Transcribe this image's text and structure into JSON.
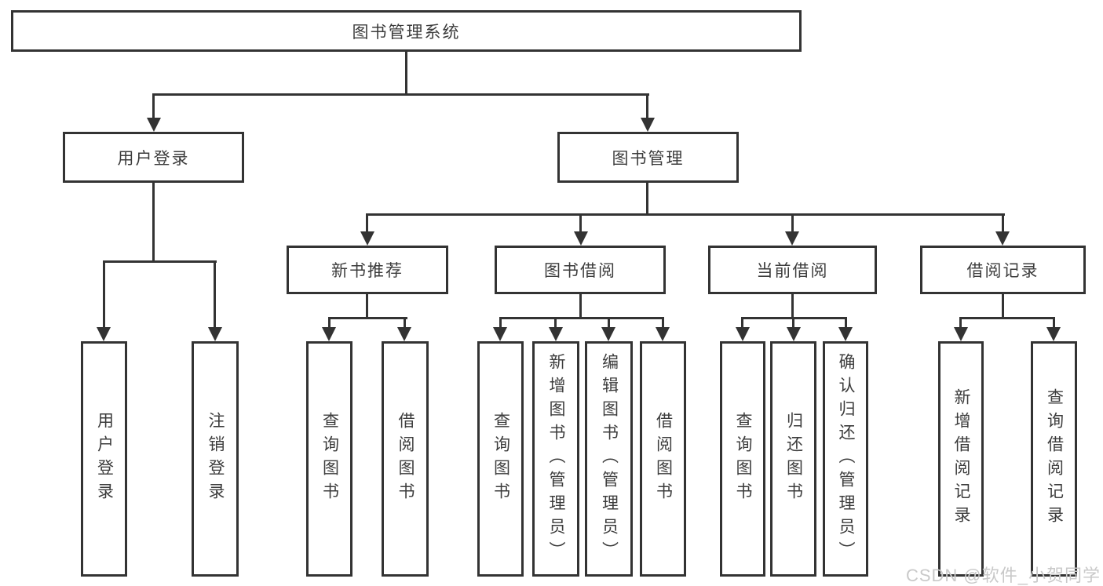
{
  "tree": {
    "label": "图书管理系统",
    "children": [
      {
        "label": "用户登录",
        "children": [
          {
            "label": "用户登录"
          },
          {
            "label": "注销登录"
          }
        ]
      },
      {
        "label": "图书管理",
        "children": [
          {
            "label": "新书推荐",
            "children": [
              {
                "label": "查询图书"
              },
              {
                "label": "借阅图书"
              }
            ]
          },
          {
            "label": "图书借阅",
            "children": [
              {
                "label": "查询图书"
              },
              {
                "label": "新增图书（管理员）"
              },
              {
                "label": "编辑图书（管理员）"
              },
              {
                "label": "借阅图书"
              }
            ]
          },
          {
            "label": "当前借阅",
            "children": [
              {
                "label": "查询图书"
              },
              {
                "label": "归还图书"
              },
              {
                "label": "确认归还（管理员）"
              }
            ]
          },
          {
            "label": "借阅记录",
            "children": [
              {
                "label": "新增借阅记录"
              },
              {
                "label": "查询借阅记录"
              }
            ]
          }
        ]
      }
    ]
  },
  "watermark": {
    "text": "CSDN @软件_小贺同学"
  },
  "colors": {
    "line": "#333333",
    "text": "#3c3c3c",
    "watermark": "#c9c9c9",
    "background": "#ffffff"
  }
}
